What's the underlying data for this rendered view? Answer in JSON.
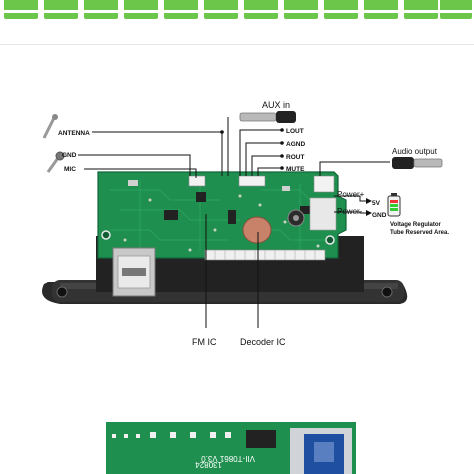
{
  "labels": {
    "aux_in": "AUX in",
    "antenna": "ANTENNA",
    "gnd": "GND",
    "mic": "MIC",
    "lout": "LOUT",
    "agnd": "AGND",
    "rout": "ROUT",
    "mute": "MUTE",
    "audio_output": "Audio output",
    "power_plus": "Power+",
    "power_minus": "Power-",
    "v5": "5V",
    "gnd2": "GND",
    "voltage_regulator_line1": "Voltage Regulator",
    "voltage_regulator_line2": "Tube Reserved Area.",
    "fm_ic": "FM IC",
    "decoder_ic": "Decoder IC"
  },
  "bottom_board": {
    "silkscreen": "VII-T0861 V3.0",
    "date_code": "130824"
  },
  "colors": {
    "pcb_green": "#1f8f4f",
    "tile_green": "#6cc64a",
    "bezel": "#2a2a2a",
    "bt_blue": "#1e4fa0"
  }
}
